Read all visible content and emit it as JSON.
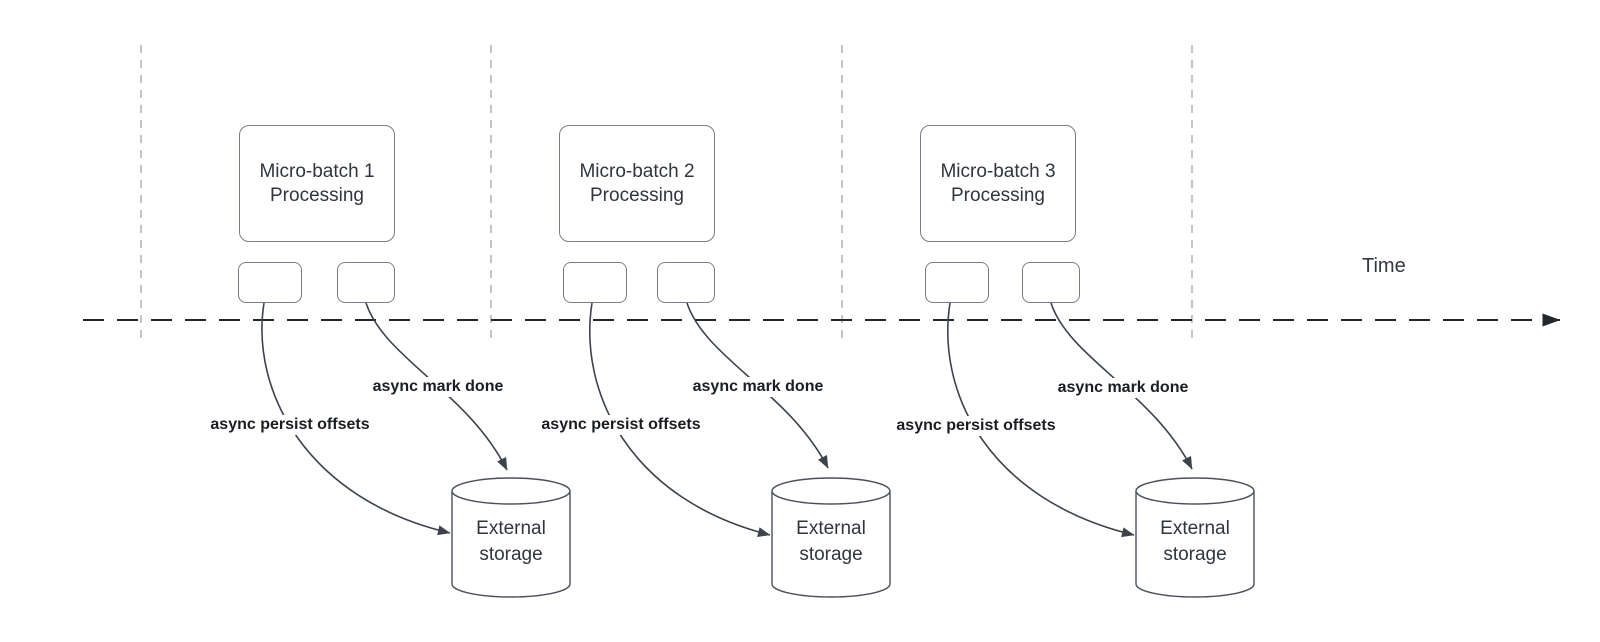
{
  "diagram": {
    "time_axis_label": "Time",
    "groups": [
      {
        "processing_label": "Micro-batch 1 Processing",
        "offsets_edge_label": "async persist offsets",
        "done_edge_label": "async mark done",
        "storage_label": "External storage"
      },
      {
        "processing_label": "Micro-batch 2 Processing",
        "offsets_edge_label": "async persist offsets",
        "done_edge_label": "async mark done",
        "storage_label": "External storage"
      },
      {
        "processing_label": "Micro-batch 3 Processing",
        "offsets_edge_label": "async persist offsets",
        "done_edge_label": "async mark done",
        "storage_label": "External storage"
      }
    ],
    "colors": {
      "background": "#ffffff",
      "shape_border": "#777e87",
      "connector_stroke": "#3d434d",
      "time_axis_stroke": "#23272d",
      "guide_line": "#b0b0b0",
      "shape_text": "#31353e",
      "edge_label_text": "#1a1d22"
    }
  }
}
